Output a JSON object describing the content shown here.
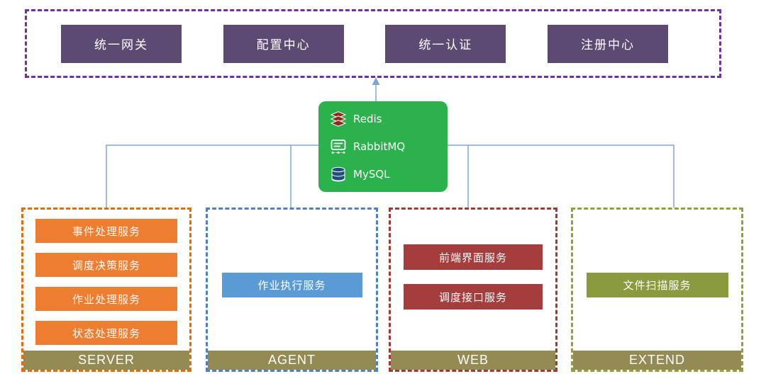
{
  "diagram": {
    "platform_bar": {
      "items": [
        {
          "label": "统一网关"
        },
        {
          "label": "配置中心"
        },
        {
          "label": "统一认证"
        },
        {
          "label": "注册中心"
        }
      ]
    },
    "middleware": {
      "items": [
        {
          "icon": "redis-icon",
          "label": "Redis"
        },
        {
          "icon": "rabbitmq-icon",
          "label": "RabbitMQ"
        },
        {
          "icon": "mysql-icon",
          "label": "MySQL"
        }
      ]
    },
    "groups": [
      {
        "name": "SERVER",
        "services": [
          "事件处理服务",
          "调度决策服务",
          "作业处理服务",
          "状态处理服务"
        ]
      },
      {
        "name": "AGENT",
        "services": [
          "作业执行服务"
        ]
      },
      {
        "name": "WEB",
        "services": [
          "前端界面服务",
          "调度接口服务"
        ]
      },
      {
        "name": "EXTEND",
        "services": [
          "文件扫描服务"
        ]
      }
    ],
    "colors": {
      "platform_border": "#7030A0",
      "platform_box": "#5C4A73",
      "middleware_box": "#2BB24C",
      "connector_line": "#7DA7D8",
      "server_border": "#E46C0A",
      "server_box": "#ED7D31",
      "agent_border": "#4F81BD",
      "agent_box": "#5B9BD5",
      "web_border": "#9E3B33",
      "web_box": "#A43D3B",
      "extend_border": "#8EA23B",
      "extend_box": "#8A9A3E",
      "group_label_bar": "#948A54"
    }
  }
}
